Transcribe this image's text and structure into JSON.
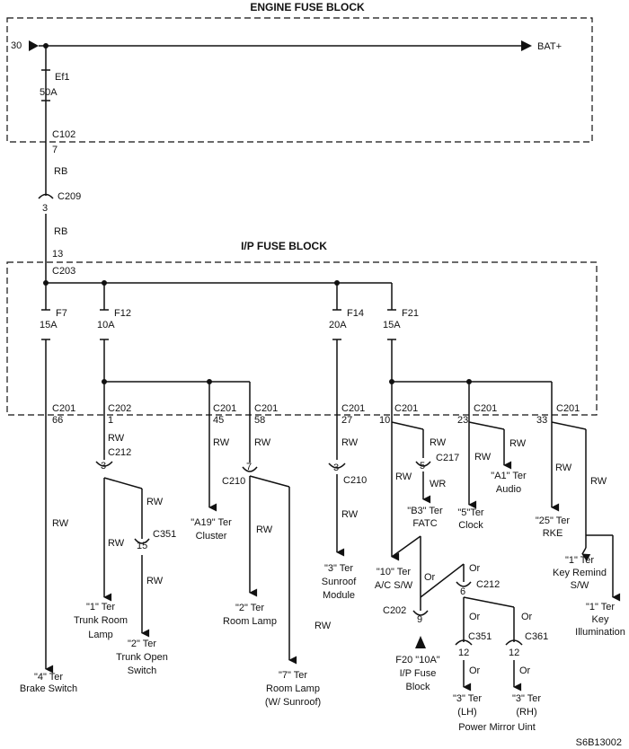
{
  "blocks": {
    "engine_title": "ENGINE FUSE BLOCK",
    "ip_title": "I/P FUSE BLOCK"
  },
  "power": {
    "source": "30",
    "bat": "BAT+"
  },
  "fuses": {
    "ef1": {
      "name": "Ef1",
      "rating": "50A"
    },
    "f7": {
      "name": "F7",
      "rating": "15A"
    },
    "f12": {
      "name": "F12",
      "rating": "10A"
    },
    "f14": {
      "name": "F14",
      "rating": "20A"
    },
    "f21": {
      "name": "F21",
      "rating": "15A"
    }
  },
  "connectors": {
    "c102": "C102",
    "c102_pin": "7",
    "c209": "C209",
    "c209_pin": "3",
    "c203": "C203",
    "c203_pin": "13",
    "c201": "C201",
    "c202": "C202",
    "c212": "C212",
    "c210": "C210",
    "c351": "C351",
    "c361": "C361",
    "c217": "C217",
    "pins": {
      "p66": "66",
      "p1": "1",
      "p45": "45",
      "p58": "58",
      "p27": "27",
      "p10": "10",
      "p23": "23",
      "p33": "33",
      "p3a": "3",
      "p7": "7",
      "p3b": "3",
      "p15": "15",
      "p5": "5",
      "p9": "9",
      "p6": "6",
      "p12a": "12",
      "p12b": "12"
    }
  },
  "wire_colors": {
    "rb": "RB",
    "rw": "RW",
    "wr": "WR",
    "or": "Or"
  },
  "loads": {
    "brake": {
      "l1": "\"4\" Ter",
      "l2": "Brake Switch"
    },
    "trunk_lamp": {
      "l1": "\"1\" Ter",
      "l2": "Trunk Room",
      "l3": "Lamp"
    },
    "trunk_switch": {
      "l1": "\"2\" Ter",
      "l2": "Trunk Open",
      "l3": "Switch"
    },
    "cluster": {
      "l1": "\"A19\" Ter",
      "l2": "Cluster"
    },
    "room_lamp": {
      "l1": "\"2\" Ter",
      "l2": "Room Lamp"
    },
    "room_lamp_sun": {
      "l1": "\"7\" Ter",
      "l2": "Room Lamp",
      "l3": "(W/ Sunroof)"
    },
    "sunroof": {
      "l1": "\"3\" Ter",
      "l2": "Sunroof",
      "l3": "Module"
    },
    "ac": {
      "l1": "\"10\" Ter",
      "l2": "A/C S/W"
    },
    "fatc": {
      "l1": "\"B3\" Ter",
      "l2": "FATC"
    },
    "audio": {
      "l1": "\"A1\" Ter",
      "l2": "Audio"
    },
    "clock": {
      "l1": "\"5\"Ter",
      "l2": "Clock"
    },
    "rke": {
      "l1": "\"25\" Ter",
      "l2": "RKE"
    },
    "key_remind": {
      "l1": "\"1\" Ter",
      "l2": "Key Remind",
      "l3": "S/W"
    },
    "key_illum": {
      "l1": "\"1\" Ter",
      "l2": "Key",
      "l3": "Illumination"
    },
    "f20": {
      "l1": "F20 \"10A\"",
      "l2": "I/P Fuse",
      "l3": "Block"
    },
    "mirror_lh": {
      "l1": "\"3\" Ter",
      "l2": "(LH)"
    },
    "mirror_rh": {
      "l1": "\"3\" Ter",
      "l2": "(RH)"
    },
    "mirror": "Power Mirror Uint"
  },
  "figure_id": "S6B13002"
}
